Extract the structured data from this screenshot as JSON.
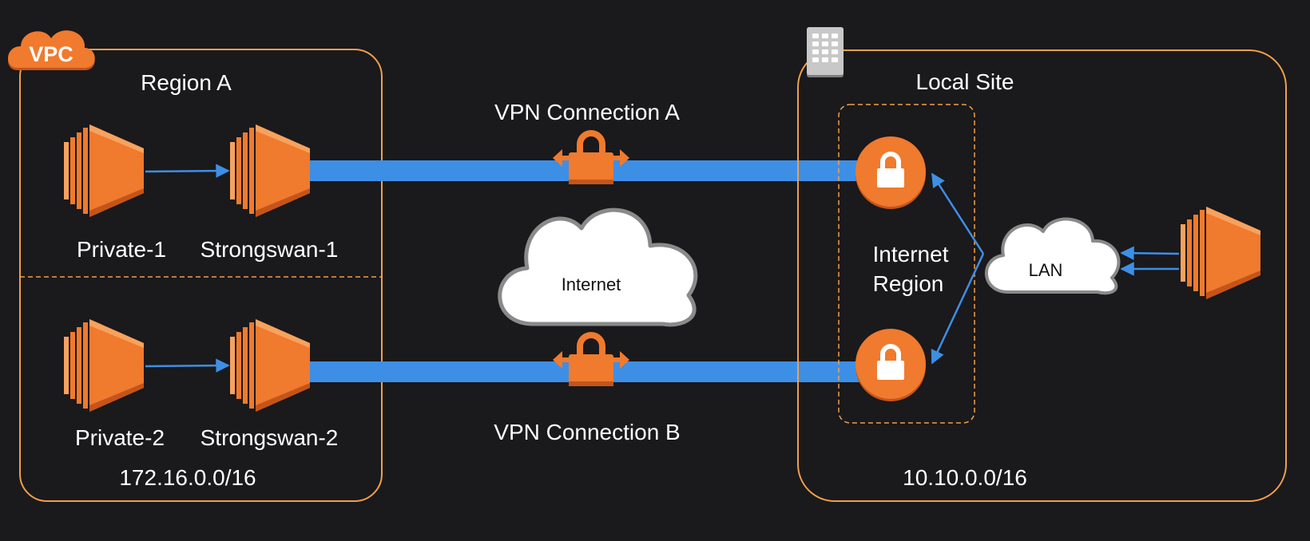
{
  "vpc_badge": "VPC",
  "region_a": {
    "title": "Region A",
    "cidr": "172.16.0.0/16",
    "instances": {
      "private_1": "Private-1",
      "strongswan_1": "Strongswan-1",
      "private_2": "Private-2",
      "strongswan_2": "Strongswan-2"
    }
  },
  "tunnels": {
    "a": "VPN Connection A",
    "b": "VPN Connection B"
  },
  "internet_cloud": "Internet",
  "local_site": {
    "title": "Local Site",
    "cidr": "10.10.0.0/16",
    "internet_region_line1": "Internet",
    "internet_region_line2": "Region",
    "lan_cloud": "LAN"
  },
  "colors": {
    "background": "#1a191c",
    "aws_orange": "#f07a2d",
    "aws_orange_dark": "#c5541a",
    "aws_orange_light": "#f7a25e",
    "tunnel_blue": "#3d8fe6",
    "border_orange": "#f0a04a",
    "cloud_white": "#ffffff",
    "text_white": "#ffffff"
  },
  "icons": {
    "ec2": "ec2-instance-icon",
    "vpn_lock": "vpn-connection-icon",
    "customer_gateway": "customer-gateway-icon",
    "cloud": "cloud-icon",
    "corporate_datacenter": "corporate-datacenter-icon",
    "vpc": "vpc-cloud-icon"
  }
}
